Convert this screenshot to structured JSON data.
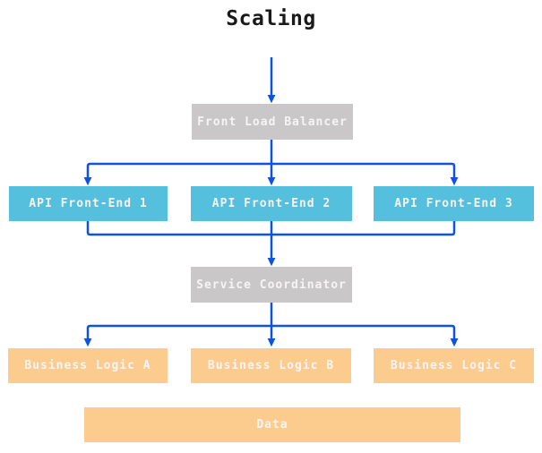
{
  "title": "Scaling",
  "colors": {
    "node_gray": "#cac7c8",
    "node_cyan": "#54c0dd",
    "node_peach": "#fccb8e",
    "edge_blue": "#0d53e0",
    "node_text": "#f7f4f4",
    "title_text": "#1a1a1a"
  },
  "nodes": {
    "front_load_balancer": {
      "label": "Front Load Balancer",
      "style": "gray"
    },
    "api_front_end_1": {
      "label": "API Front-End 1",
      "style": "cyan"
    },
    "api_front_end_2": {
      "label": "API Front-End 2",
      "style": "cyan"
    },
    "api_front_end_3": {
      "label": "API Front-End 3",
      "style": "cyan"
    },
    "service_coordinator": {
      "label": "Service Coordinator",
      "style": "gray"
    },
    "business_logic_a": {
      "label": "Business Logic A",
      "style": "peach"
    },
    "business_logic_b": {
      "label": "Business Logic B",
      "style": "peach"
    },
    "business_logic_c": {
      "label": "Business Logic C",
      "style": "peach"
    },
    "data": {
      "label": "Data",
      "style": "peach"
    }
  },
  "edges": [
    {
      "from": "entry",
      "to": "front_load_balancer"
    },
    {
      "from": "front_load_balancer",
      "to": "api_front_end_1"
    },
    {
      "from": "front_load_balancer",
      "to": "api_front_end_2"
    },
    {
      "from": "front_load_balancer",
      "to": "api_front_end_3"
    },
    {
      "from": "api_front_end_1",
      "to": "service_coordinator"
    },
    {
      "from": "api_front_end_2",
      "to": "service_coordinator"
    },
    {
      "from": "api_front_end_3",
      "to": "service_coordinator"
    },
    {
      "from": "service_coordinator",
      "to": "business_logic_a"
    },
    {
      "from": "service_coordinator",
      "to": "business_logic_b"
    },
    {
      "from": "service_coordinator",
      "to": "business_logic_c"
    }
  ]
}
